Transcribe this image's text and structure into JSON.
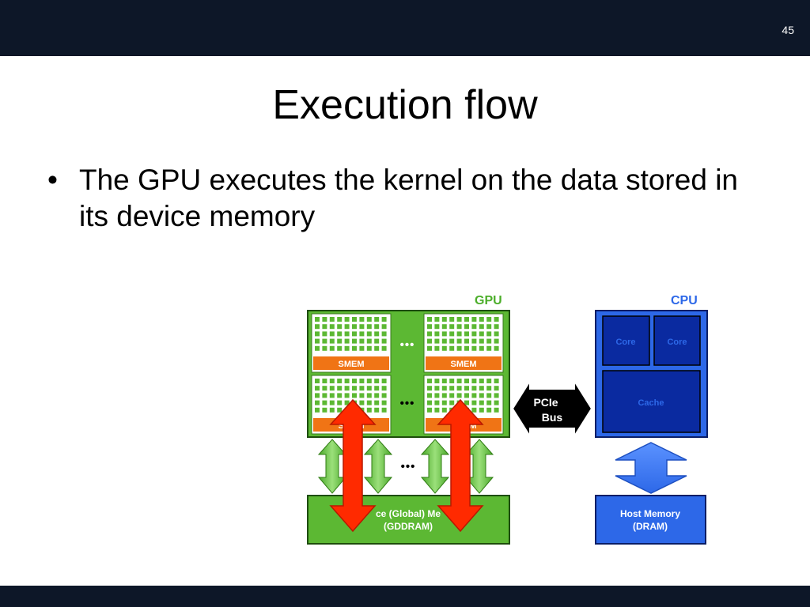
{
  "slide": {
    "number": "45",
    "title": "Execution flow",
    "bullet_marker": "•",
    "bullet": "The GPU executes the kernel on the data stored in its device memory"
  },
  "diagram": {
    "gpu_label": "GPU",
    "cpu_label": "CPU",
    "smem_label": "SMEM",
    "ellipsis": "•••",
    "pcie_line1": "PCIe",
    "pcie_line2": "Bus",
    "core1": "Core",
    "core2": "Core",
    "cache": "Cache",
    "device_memory_line1": "ce (Global) Me",
    "device_memory_line2": "(GDDRAM)",
    "host_memory_line1": "Host Memory",
    "host_memory_line2": "(DRAM)",
    "colors": {
      "gpu_green": "#5cb833",
      "gpu_green_dark": "#2f7d12",
      "smem_orange": "#f07415",
      "cpu_blue": "#2d68e8",
      "core_blue": "#0a2aa0",
      "red_arrow": "#ff2a00",
      "bar_navy": "#0d1728"
    }
  }
}
